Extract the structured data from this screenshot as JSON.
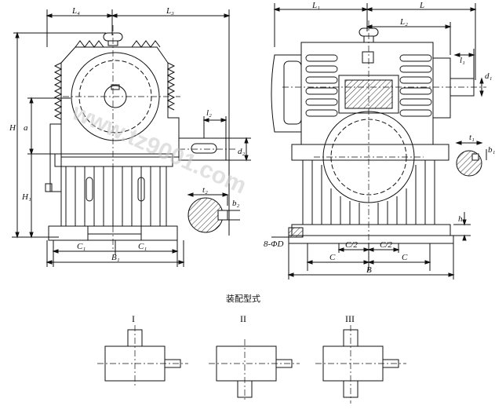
{
  "diagram": {
    "caption": "装配型式",
    "front_view_dims": {
      "L4": "L₄",
      "L3": "L₃",
      "l2": "l₂",
      "d2": "d₂",
      "H": "H",
      "a": "a",
      "H1": "H₁",
      "C1_left": "C₁",
      "C1_right": "C₁",
      "B1": "B₁",
      "t2": "t₂",
      "b2": "b₂"
    },
    "side_view_dims": {
      "L1": "L₁",
      "L": "L",
      "L2": "L₂",
      "l1": "l₁",
      "d1": "d₁",
      "t1": "t₁",
      "b1": "b₁",
      "h": "h",
      "holes": "8-ΦD",
      "C_half_left": "C/2",
      "C_half_right": "C/2",
      "C_left": "C",
      "C_right": "C",
      "B": "B"
    },
    "assembly_types": [
      {
        "label": "I"
      },
      {
        "label": "II"
      },
      {
        "label": "III"
      }
    ],
    "watermark": "www.tz9001.com"
  },
  "colors": {
    "line": "#111111",
    "hatch": "#333333",
    "watermark": "#c9c9c9"
  }
}
